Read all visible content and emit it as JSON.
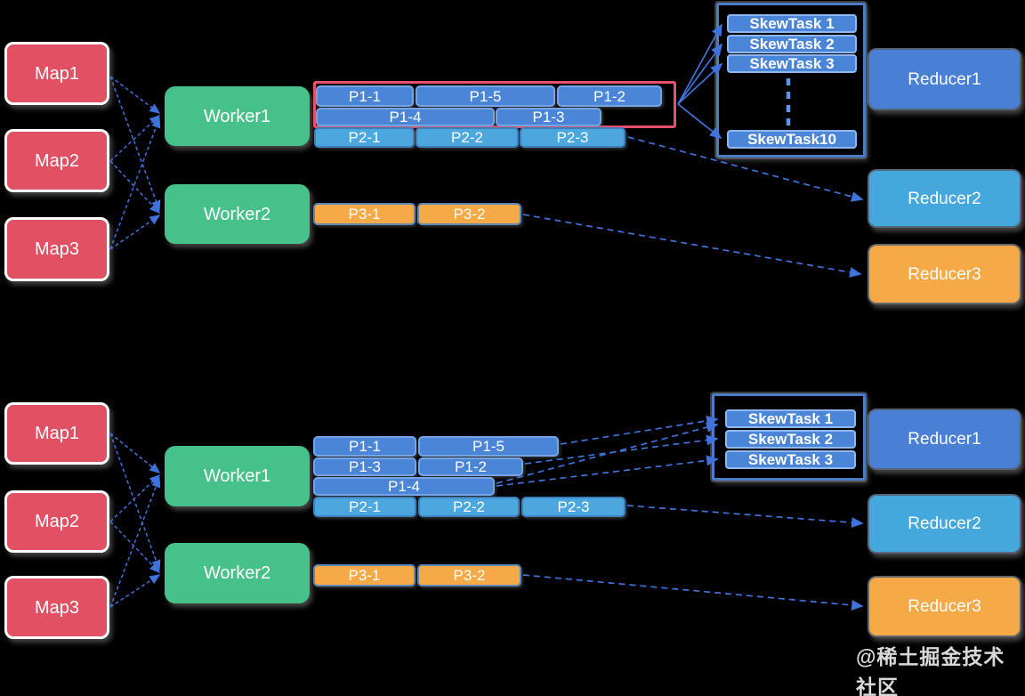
{
  "watermark": "@稀土掘金技术社区",
  "colors": {
    "map_red": "#E25064",
    "worker_green": "#45C189",
    "partition_blue": "#4A85D8",
    "partition_cyan": "#4BA7DD",
    "partition_orange": "#F5A947",
    "reducer1_blue": "#4A7FD6",
    "reducer2_cyan": "#45A8DC",
    "reducer3_orange": "#F5A947",
    "arrow_blue": "#3E72DC",
    "skew_group_border": "#4A7CC8",
    "p1_group_highlight_red": "#E8506B"
  },
  "top": {
    "maps": [
      "Map1",
      "Map2",
      "Map3"
    ],
    "workers": [
      "Worker1",
      "Worker2"
    ],
    "worker1_partitions_row1": [
      "P1-1",
      "P1-5",
      "P1-2"
    ],
    "worker1_partitions_row2": [
      "P1-4",
      "P1-3"
    ],
    "worker1_partitions_row3": [
      "P2-1",
      "P2-2",
      "P2-3"
    ],
    "worker2_partitions": [
      "P3-1",
      "P3-2"
    ],
    "skew_tasks": [
      "SkewTask 1",
      "SkewTask 2",
      "SkewTask 3",
      "SkewTask10"
    ],
    "reducers": [
      "Reducer1",
      "Reducer2",
      "Reducer3"
    ]
  },
  "bottom": {
    "maps": [
      "Map1",
      "Map2",
      "Map3"
    ],
    "workers": [
      "Worker1",
      "Worker2"
    ],
    "worker1_partitions_row1": [
      "P1-1",
      "P1-5"
    ],
    "worker1_partitions_row2": [
      "P1-3",
      "P1-2"
    ],
    "worker1_partitions_row3": [
      "P1-4"
    ],
    "worker1_partitions_row4": [
      "P2-1",
      "P2-2",
      "P2-3"
    ],
    "worker2_partitions": [
      "P3-1",
      "P3-2"
    ],
    "skew_tasks": [
      "SkewTask 1",
      "SkewTask 2",
      "SkewTask 3"
    ],
    "reducers": [
      "Reducer1",
      "Reducer2",
      "Reducer3"
    ]
  }
}
